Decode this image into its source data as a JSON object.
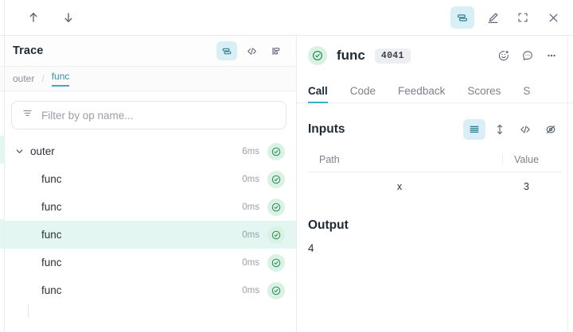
{
  "topbar": {
    "nav_up_label": "Go up",
    "nav_down_label": "Go down",
    "icons": {
      "trace_tree": "layers-icon",
      "edit": "pencil-icon",
      "fullscreen": "fullscreen-icon",
      "close": "close-icon"
    }
  },
  "trace": {
    "title": "Trace",
    "header_icons": {
      "tree_view": "layers-icon",
      "code_view": "code-icon",
      "flame_view": "gantt-icon"
    },
    "breadcrumb": {
      "items": [
        {
          "label": "outer",
          "active": false
        },
        {
          "label": "func",
          "active": true
        }
      ],
      "separator": "/"
    },
    "filter": {
      "placeholder": "Filter by op name...",
      "value": "",
      "icon": "filter-icon"
    },
    "rows": [
      {
        "label": "outer",
        "duration": "6ms",
        "depth": 0,
        "expanded": true,
        "selected": false,
        "status": "success"
      },
      {
        "label": "func",
        "duration": "0ms",
        "depth": 1,
        "expanded": false,
        "selected": false,
        "status": "success"
      },
      {
        "label": "func",
        "duration": "0ms",
        "depth": 1,
        "expanded": false,
        "selected": false,
        "status": "success"
      },
      {
        "label": "func",
        "duration": "0ms",
        "depth": 1,
        "expanded": false,
        "selected": true,
        "status": "success"
      },
      {
        "label": "func",
        "duration": "0ms",
        "depth": 1,
        "expanded": false,
        "selected": false,
        "status": "success"
      },
      {
        "label": "func",
        "duration": "0ms",
        "depth": 1,
        "expanded": false,
        "selected": false,
        "status": "success"
      }
    ]
  },
  "detail": {
    "status": "success",
    "title": "func",
    "badge": "4041",
    "head_icons": {
      "reaction": "emoji-add-icon",
      "comment": "comment-icon",
      "more": "more-options-icon"
    },
    "tabs": [
      {
        "label": "Call",
        "active": true
      },
      {
        "label": "Code",
        "active": false
      },
      {
        "label": "Feedback",
        "active": false
      },
      {
        "label": "Scores",
        "active": false
      },
      {
        "label": "S",
        "active": false
      }
    ],
    "inputs": {
      "title": "Inputs",
      "view_icons": {
        "list": "list-view-icon",
        "expand": "expand-rows-icon",
        "code": "code-icon",
        "hide": "eye-slash-icon"
      },
      "columns": [
        "Path",
        "Value"
      ],
      "rows": [
        {
          "path": "x",
          "value": "3"
        }
      ]
    },
    "output": {
      "title": "Output",
      "value": "4"
    }
  },
  "colors": {
    "accent_teal": "#3eaac4",
    "accent_active_bg": "#d8f0f5",
    "selected_row": "#e4f6f2",
    "success_bg": "#d9f2e3",
    "success_fg": "#2e8b57",
    "badge_bg": "#eceef0",
    "muted_text": "#9aa0a8"
  }
}
